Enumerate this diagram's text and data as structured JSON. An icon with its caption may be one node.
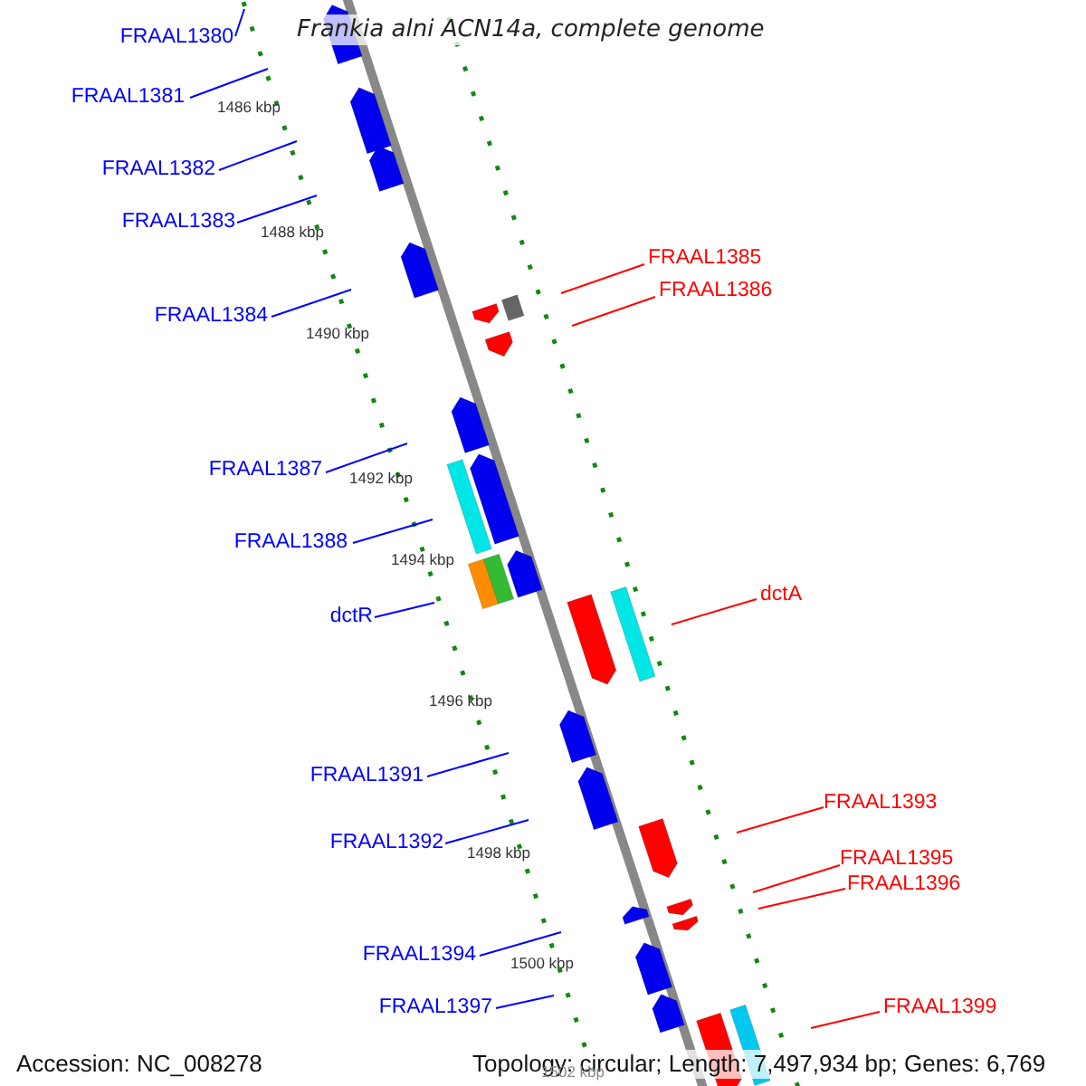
{
  "diagram": {
    "title": "Frankia alni ACN14a, complete genome",
    "nodes": [
      {
        "text": [
          "FRAAL1380"
        ]
      },
      {
        "text": [
          "FRAAL1381"
        ]
      },
      {
        "text": [
          "FRAAL1382"
        ]
      },
      {
        "text": [
          "FRAAL1383"
        ]
      },
      {
        "text": [
          "FRAAL1385"
        ]
      },
      {
        "text": [
          "FRAAL1386"
        ]
      },
      {
        "text": [
          "FRAAL1384"
        ]
      },
      {
        "text": [
          "FRAAL1387"
        ]
      },
      {
        "text": [
          "FRAAL1388"
        ]
      },
      {
        "text": [
          "dctA"
        ]
      },
      {
        "text": [
          "dctR"
        ]
      },
      {
        "text": [
          "FRAAL1391"
        ]
      },
      {
        "text": [
          "FRAAL1393"
        ]
      },
      {
        "text": [
          "FRAAL1392"
        ]
      },
      {
        "text": [
          "FRAAL1395"
        ]
      },
      {
        "text": [
          "FRAAL1396"
        ]
      },
      {
        "text": [
          "FRAAL1394"
        ]
      },
      {
        "text": [
          "FRAAL1397"
        ]
      },
      {
        "text": [
          "FRAAL1399"
        ]
      }
    ],
    "edges": [
      {
        "from": 0,
        "to": null,
        "arrow": "none"
      },
      {
        "from": 1,
        "to": null,
        "arrow": "none"
      },
      {
        "from": 2,
        "to": null,
        "arrow": "none"
      },
      {
        "from": 3,
        "to": null,
        "arrow": "none"
      },
      {
        "from": 4,
        "to": null,
        "arrow": "none",
        "color": "#ff0000"
      },
      {
        "from": 5,
        "to": null,
        "arrow": "none",
        "color": "#ff0000"
      },
      {
        "from": 6,
        "to": null,
        "arrow": "none"
      },
      {
        "from": 7,
        "to": null,
        "arrow": "none"
      },
      {
        "from": 8,
        "to": null,
        "arrow": "none"
      },
      {
        "from": 9,
        "to": null,
        "arrow": "none",
        "color": "#ff0000"
      },
      {
        "from": 10,
        "to": null,
        "arrow": "none"
      },
      {
        "from": 11,
        "to": null,
        "arrow": "none"
      },
      {
        "from": 12,
        "to": null,
        "arrow": "none",
        "color": "#ff0000"
      },
      {
        "from": 13,
        "to": null,
        "arrow": "none"
      },
      {
        "from": 14,
        "to": null,
        "arrow": "none",
        "color": "#ff0000"
      },
      {
        "from": 15,
        "to": null,
        "arrow": "none",
        "color": "#ff0000"
      },
      {
        "from": 16,
        "to": null,
        "arrow": "none"
      },
      {
        "from": 17,
        "to": null,
        "arrow": "none"
      },
      {
        "from": 18,
        "to": null,
        "arrow": "none",
        "color": "#ff0000"
      }
    ],
    "labels": [
      "1486 kbp",
      "1488 kbp",
      "1490 kbp",
      "1492 kbp",
      "1494 kbp",
      "1496 kbp",
      "1498 kbp",
      "1500 kbp",
      "1502 kbp",
      "Accession: NC_008278",
      "Topology: circular; Length: 7,497,934 bp; Genes: 6,769"
    ]
  }
}
